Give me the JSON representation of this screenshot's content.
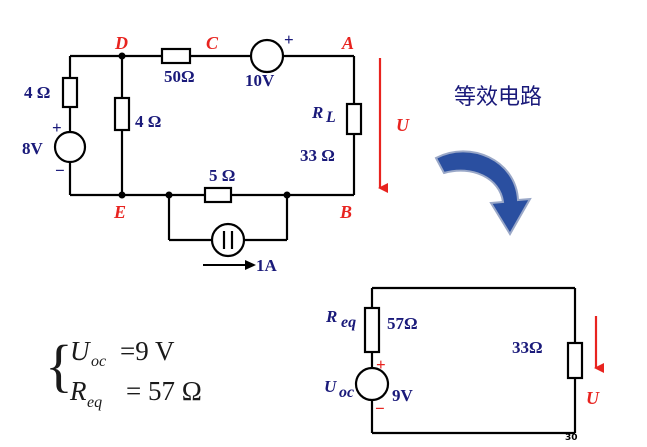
{
  "colors": {
    "wire": "#000000",
    "node_label": "#e8231f",
    "value_label": "#1a1a7a",
    "arrow_fill": "#2a4fa0",
    "arrow_edge": "#9aa8c8"
  },
  "circuit1": {
    "nodes": {
      "D": "D",
      "C": "C",
      "A": "A",
      "E": "E",
      "B": "B"
    },
    "labels": {
      "r_left": "4 Ω",
      "src_left": "8V",
      "r_mid": "4 Ω",
      "r_top": "50Ω",
      "src_top": "10V",
      "rl_name": "R",
      "rl_sub": "L",
      "rl_value": "33 Ω",
      "r_bottom": "5 Ω",
      "current_src": "1A",
      "voltage": "U",
      "plus": "+",
      "minus": "−"
    }
  },
  "heading": "等效电路",
  "result": {
    "uoc_main": "U",
    "uoc_sub": "oc",
    "uoc_val": "=9 V",
    "req_main": "R",
    "req_sub": "eq",
    "req_val": "= 57 Ω"
  },
  "circuit2": {
    "req_main": "R",
    "req_sub": "eq",
    "req_value": "57Ω",
    "uoc_main": "U",
    "uoc_sub": "oc",
    "uoc_value": "9V",
    "rl_value": "33Ω",
    "voltage": "U",
    "plus": "+",
    "minus": "−"
  },
  "page_number": "30"
}
